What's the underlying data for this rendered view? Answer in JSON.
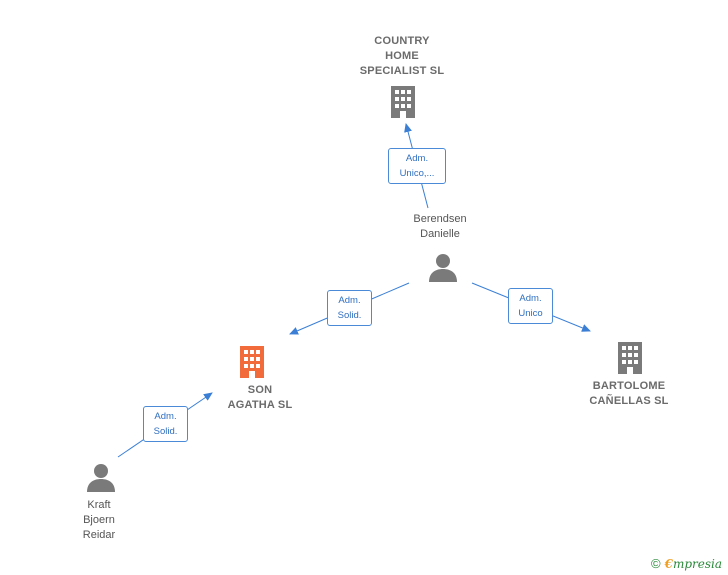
{
  "nodes": {
    "country_home": {
      "label": "COUNTRY\nHOME\nSPECIALIST SL",
      "kind": "company"
    },
    "berendsen": {
      "label": "Berendsen\nDanielle",
      "kind": "person"
    },
    "son_agatha": {
      "label": "SON\nAGATHA  SL",
      "kind": "company-focus"
    },
    "bartolome": {
      "label": "BARTOLOME\nCAÑELLAS SL",
      "kind": "company"
    },
    "kraft": {
      "label": "Kraft\nBjoern\nReidar",
      "kind": "person"
    }
  },
  "edges": [
    {
      "line1": "Adm.",
      "line2": "Unico,..."
    },
    {
      "line1": "Adm.",
      "line2": "Solid."
    },
    {
      "line1": "Adm.",
      "line2": "Unico"
    },
    {
      "line1": "Adm.",
      "line2": "Solid."
    }
  ],
  "colors": {
    "edge": "#3a7fd5",
    "company_icon": "#7a7a7a",
    "focus_icon": "#f26b3a",
    "person_icon": "#7a7a7a"
  },
  "footer": {
    "copyright": "©",
    "brand_first": "€",
    "brand_rest": "mpresia"
  }
}
